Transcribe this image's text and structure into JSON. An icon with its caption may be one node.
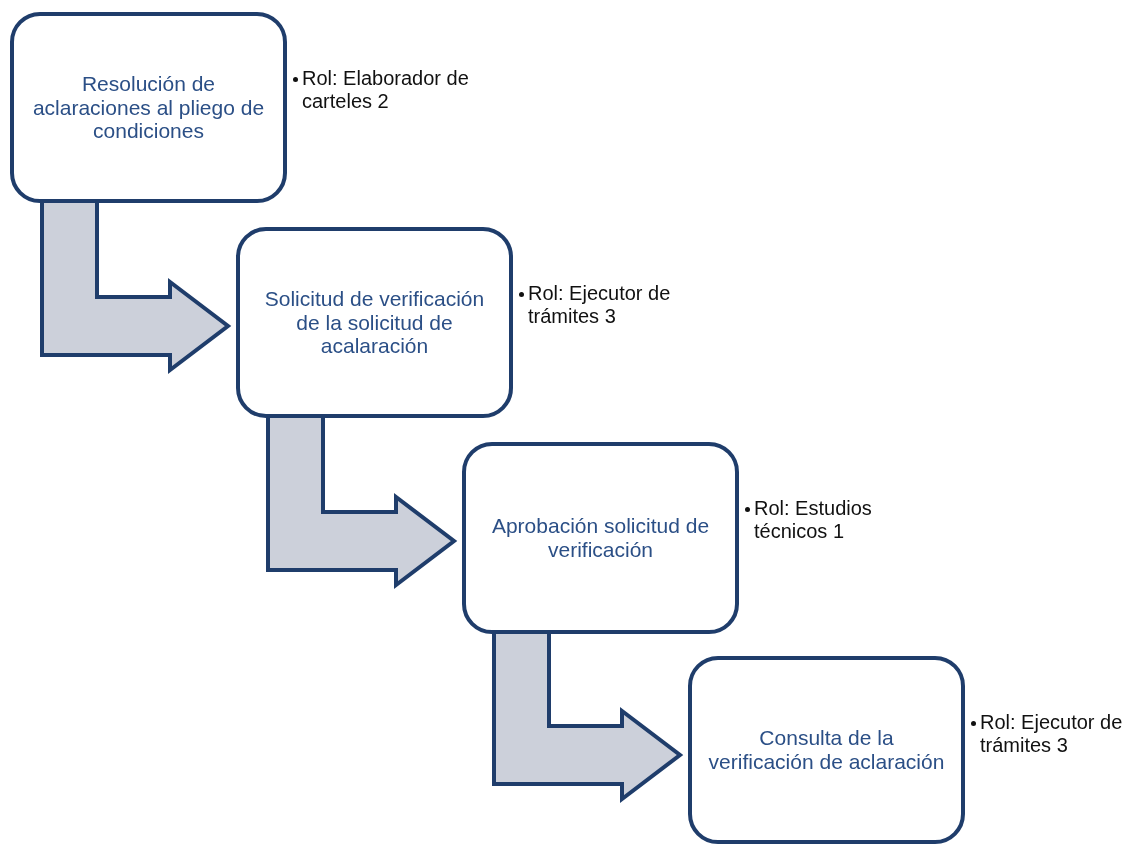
{
  "diagram": {
    "nodes": [
      {
        "text": [
          "Resolución de aclaraciones al pliego de condiciones"
        ],
        "beside": [
          "Rol: Elaborador de carteles 2"
        ]
      },
      {
        "text": [
          "Solicitud de verificación de la solicitud de acalaración"
        ],
        "beside": [
          "Rol: Ejecutor de trámites 3"
        ]
      },
      {
        "text": [
          "Aprobación solicitud de verificación"
        ],
        "beside": [
          "Rol: Estudios técnicos 1"
        ]
      },
      {
        "text": [
          "Consulta de la verificación de aclaración"
        ],
        "beside": [
          "Rol: Ejecutor de trámites 3"
        ]
      }
    ],
    "edges": [
      {
        "from": 0,
        "to": 1,
        "arrow": "to"
      },
      {
        "from": 1,
        "to": 2,
        "arrow": "to"
      },
      {
        "from": 2,
        "to": 3,
        "arrow": "to"
      }
    ]
  }
}
